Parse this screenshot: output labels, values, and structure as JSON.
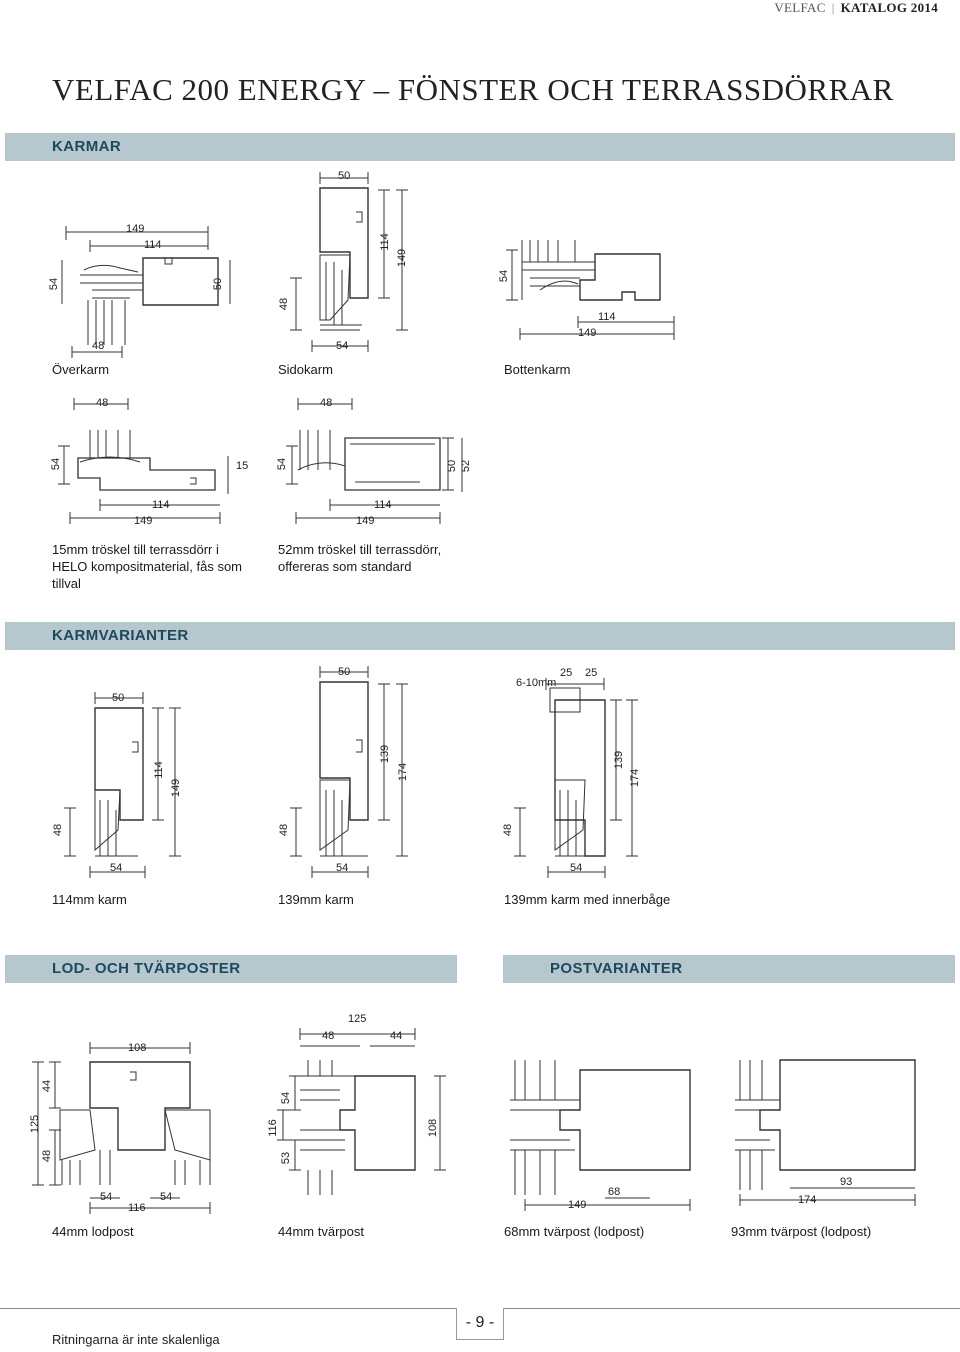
{
  "header": {
    "brand": "VELFAC",
    "catalog": "KATALOG 2014"
  },
  "title": "VELFAC 200 ENERGY – FÖNSTER OCH TERRASSDÖRRAR",
  "sections": {
    "karmar": "KARMAR",
    "karmvarianter": "KARMVARIANTER",
    "lodposter": "LOD- OCH TVÄRPOSTER",
    "postvarianter": "POSTVARIANTER"
  },
  "captions": {
    "overkarm": "Överkarm",
    "sidokarm": "Sidokarm",
    "bottenkarm": "Bottenkarm",
    "troskel15": "15mm tröskel till terrassdörr i HELO kompositmaterial, fås som tillval",
    "troskel52": "52mm tröskel till terrassdörr, offereras som standard",
    "karm114": "114mm karm",
    "karm139": "139mm karm",
    "karm139inner": "139mm karm med innerbåge",
    "lodpost44": "44mm lodpost",
    "tvarpost44": "44mm tvärpost",
    "tvarpost68": "68mm tvärpost (lodpost)",
    "tvarpost93": "93mm tvärpost (lodpost)"
  },
  "dims": {
    "d50": "50",
    "d149": "149",
    "d114": "114",
    "d54": "54",
    "d48": "48",
    "d15": "15",
    "d52": "52",
    "d139": "139",
    "d174": "174",
    "d25": "25",
    "d610": "6-10mm",
    "d125": "125",
    "d108": "108",
    "d44": "44",
    "d116": "116",
    "d53": "53",
    "d68": "68",
    "d93": "93"
  },
  "footer": {
    "page": "- 9 -",
    "note": "Ritningarna är inte skalenliga"
  }
}
